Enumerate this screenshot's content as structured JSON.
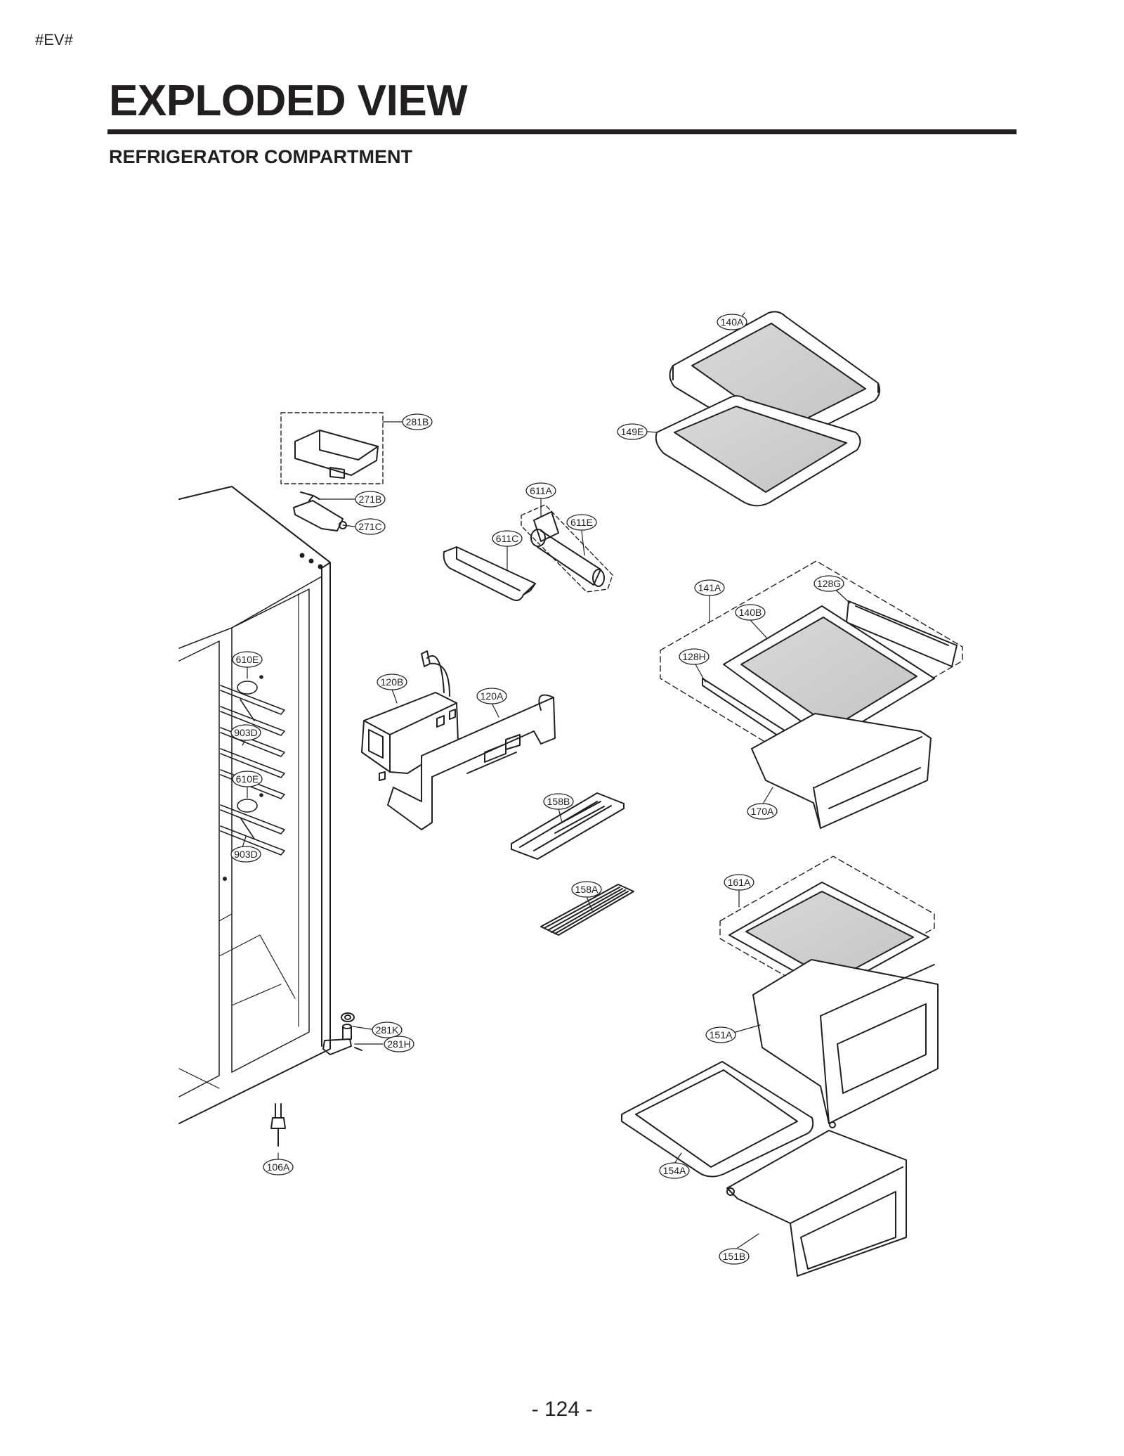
{
  "header": {
    "tag": "#EV#",
    "title": "EXPLODED VIEW",
    "subtitle": "REFRIGERATOR COMPARTMENT"
  },
  "footer": {
    "page_number": "- 124 -"
  },
  "callouts": {
    "c140A": "140A",
    "c149E": "149E",
    "c281B": "281B",
    "c271B": "271B",
    "c271C": "271C",
    "c611A": "611A",
    "c611E": "611E",
    "c611C": "611C",
    "c141A": "141A",
    "c128G": "128G",
    "c140B": "140B",
    "c128H": "128H",
    "c170A": "170A",
    "c610E_1": "610E",
    "c903D_1": "903D",
    "c610E_2": "610E",
    "c903D_2": "903D",
    "c120B": "120B",
    "c120A": "120A",
    "c158B": "158B",
    "c158A": "158A",
    "c161A": "161A",
    "c151A": "151A",
    "c281K": "281K",
    "c281H": "281H",
    "c106A": "106A",
    "c154A": "154A",
    "c151B": "151B"
  }
}
